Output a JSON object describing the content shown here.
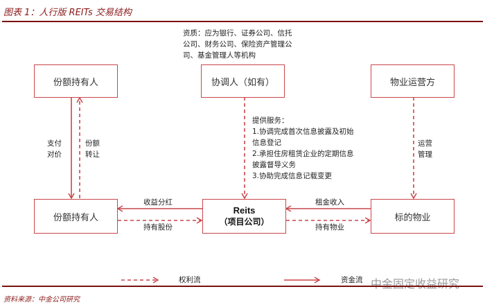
{
  "title": "图表 1：人行版 REITs 交易结构",
  "qualification_note": [
    "资质：应为银行、证券公司、信托",
    "公司、财务公司、保险资产管理公",
    "司、基金管理人等机构"
  ],
  "boxes": {
    "top_left": "份额持有人",
    "top_center": "协调人（如有）",
    "top_right": "物业运营方",
    "bottom_left": "份额持有人",
    "center_line1": "Reits",
    "center_line2": "（项目公司）",
    "bottom_right": "标的物业"
  },
  "labels": {
    "pay_1": "支付",
    "pay_2": "对价",
    "transfer_1": "份额",
    "transfer_2": "转让",
    "services": [
      "提供服务：",
      "1.协调完成首次信息披露及初始",
      "信息登记",
      "2.承担住房租赁企业的定期信息",
      "披露督导义务",
      "3.协助完成信息记载变更"
    ],
    "ops_1": "运营",
    "ops_2": "管理",
    "dividend": "收益分红",
    "hold_shares": "持有股份",
    "rent": "租金收入",
    "hold_property": "持有物业"
  },
  "legend": {
    "rights_flow": "权利流",
    "capital_flow": "资金流"
  },
  "watermark": "中金固定收益研究",
  "source": "资料来源：中金公司研究",
  "colors": {
    "accent": "#c9454a",
    "title": "#8b1a1a"
  }
}
